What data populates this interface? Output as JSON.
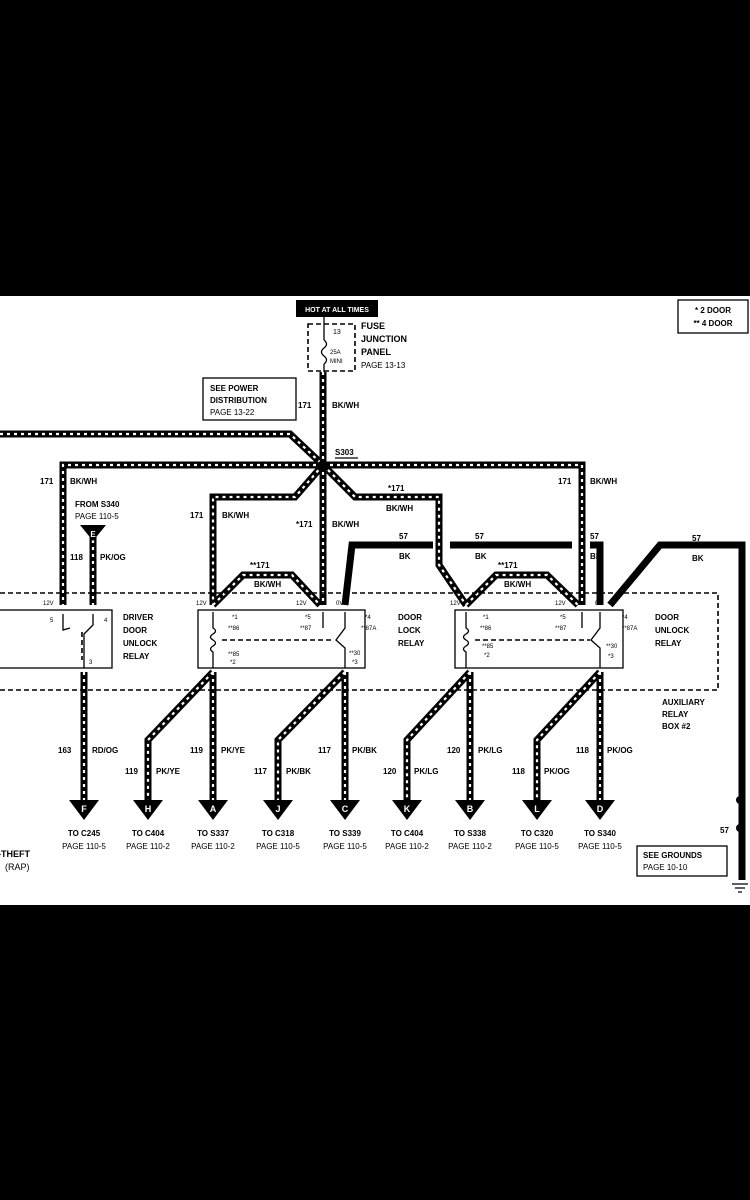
{
  "power_label": "HOT AT ALL TIMES",
  "legend": {
    "line1": "* 2 DOOR",
    "line2": "** 4 DOOR"
  },
  "fuse": {
    "number": "13",
    "rating_line1": "25A",
    "rating_line2": "MINI",
    "label_line1": "FUSE",
    "label_line2": "JUNCTION",
    "label_line3": "PANEL",
    "page": "PAGE 13-13"
  },
  "see_power": {
    "line1": "SEE POWER",
    "line2": "DISTRIBUTION",
    "line3": "PAGE 13-22"
  },
  "splice": "S303",
  "from_s340": {
    "line1": "FROM S340",
    "line2": "PAGE 110-5"
  },
  "wire_labels": {
    "c171": "171",
    "bkwh": "BK/WH",
    "s171": "*171",
    "ss171": "**171",
    "c57": "57",
    "bk": "BK",
    "c118": "118",
    "pkog": "PK/OG",
    "c163": "163",
    "rdog": "RD/OG",
    "c119": "119",
    "pkye": "PK/YE",
    "c117": "117",
    "pkbk": "PK/BK",
    "c120": "120",
    "pklg": "PK/LG"
  },
  "relays": {
    "driver": {
      "line1": "DRIVER",
      "line2": "DOOR",
      "line3": "UNLOCK",
      "line4": "RELAY"
    },
    "lock": {
      "line1": "DOOR",
      "line2": "LOCK",
      "line3": "RELAY"
    },
    "unlock": {
      "line1": "DOOR",
      "line2": "UNLOCK",
      "line3": "RELAY"
    }
  },
  "aux_box": {
    "line1": "AUXILIARY",
    "line2": "RELAY",
    "line3": "BOX #2"
  },
  "pin_labels": {
    "v12": "12V",
    "ov": "0V",
    "p1": "*1",
    "p86": "**86",
    "p5": "*5",
    "p87": "**87",
    "p4": "*4",
    "p87a": "**87A",
    "p85": "**85",
    "p2": "*2",
    "p30": "**30",
    "p3": "*3",
    "d5": "5",
    "d4": "4",
    "d3": "3"
  },
  "connectors": [
    {
      "letter": "F",
      "to": "TO C245",
      "page": "PAGE 110-5"
    },
    {
      "letter": "H",
      "to": "TO C404",
      "page": "PAGE 110-2"
    },
    {
      "letter": "A",
      "to": "TO S337",
      "page": "PAGE 110-2"
    },
    {
      "letter": "J",
      "to": "TO C318",
      "page": "PAGE 110-5"
    },
    {
      "letter": "C",
      "to": "TO S339",
      "page": "PAGE 110-5"
    },
    {
      "letter": "K",
      "to": "TO C404",
      "page": "PAGE 110-2"
    },
    {
      "letter": "B",
      "to": "TO S338",
      "page": "PAGE 110-2"
    },
    {
      "letter": "L",
      "to": "TO C320",
      "page": "PAGE 110-5"
    },
    {
      "letter": "D",
      "to": "TO S340",
      "page": "PAGE 110-5"
    }
  ],
  "connector_e": "E",
  "anti_theft": {
    "line1": "-THEFT",
    "line2": "(RAP)"
  },
  "see_grounds": {
    "line1": "SEE GROUNDS",
    "line2": "PAGE 10-10"
  }
}
